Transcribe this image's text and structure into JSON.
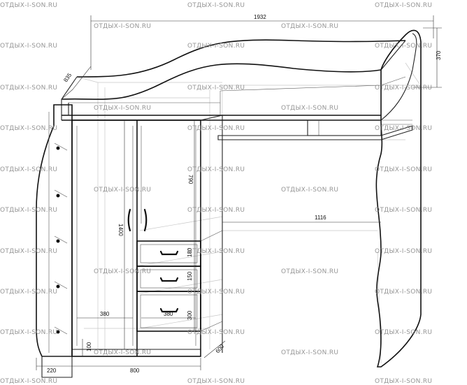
{
  "watermark": "ОТДЫХ-I-SON.RU",
  "dimensions": {
    "total_width": "1932",
    "top_height": "370",
    "depth": "835",
    "height_1400": "1400",
    "height_790": "790",
    "desk_length": "1116",
    "drawer_180": "180",
    "drawer_150": "150",
    "drawer_300": "300",
    "shelf_380_left": "380",
    "shelf_380_right": "380",
    "plinth_100": "100",
    "base_600": "600",
    "stairs_220": "220",
    "wardrobe_800": "800"
  }
}
